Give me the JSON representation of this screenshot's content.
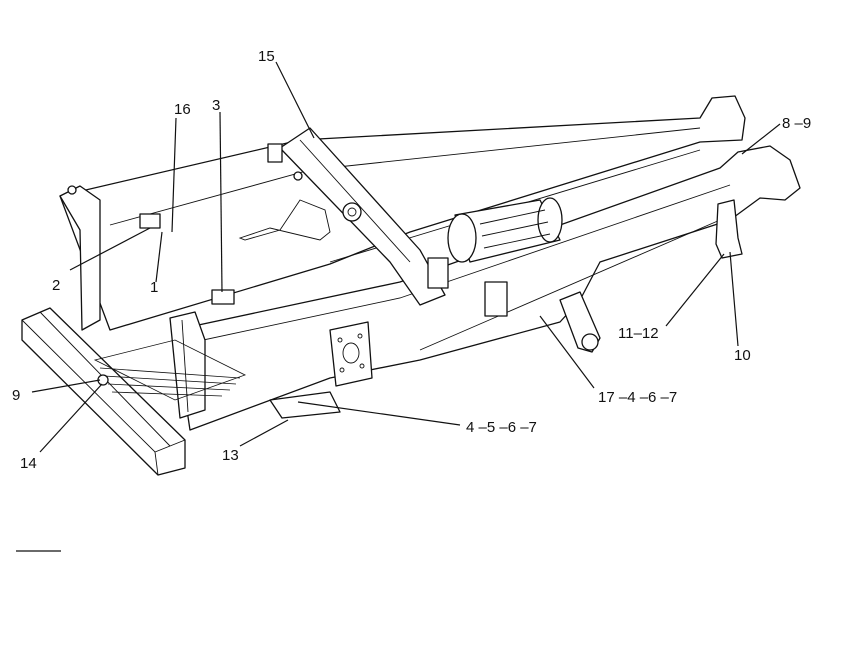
{
  "figure": {
    "callouts": {
      "c1": "1",
      "c2": "2",
      "c3": "3",
      "c4567": "4 –5 –6 –7",
      "c89": "8 –9",
      "c9": "9",
      "c10": "10",
      "c1112": "11–12",
      "c13": "13",
      "c14": "14",
      "c15": "15",
      "c16": "16",
      "c17467": "17 –4 –6 –7"
    }
  }
}
